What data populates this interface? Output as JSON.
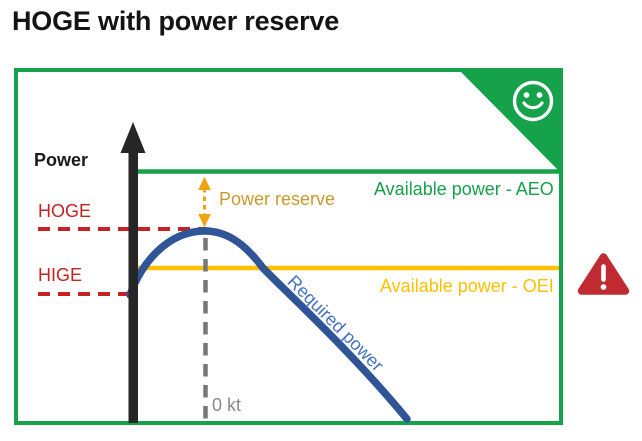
{
  "title": "HOGE with power reserve",
  "diagram": {
    "axis_label": "Power",
    "hoge_label": "HOGE",
    "hige_label": "HIGE",
    "power_reserve_label": "Power reserve",
    "aeo_label": "Available power - AEO",
    "oei_label": "Available power - OEI",
    "required_power_label": "Required power",
    "zero_speed_label": "0 kt",
    "icons": {
      "corner_badge": "smiley-face-icon",
      "right_margin": "warning-triangle-icon"
    },
    "colors": {
      "green": "#16A14B",
      "yellow": "#FFC000",
      "red_dashed": "#C42322",
      "curve_blue": "#2F5597",
      "required_text_blue": "#4472C4",
      "reserve_gold_text": "#C9992A",
      "reserve_arrow_amber": "#EFA512",
      "gray": "#777777",
      "warning_red": "#BF2B30",
      "axis_black": "#262626"
    }
  }
}
